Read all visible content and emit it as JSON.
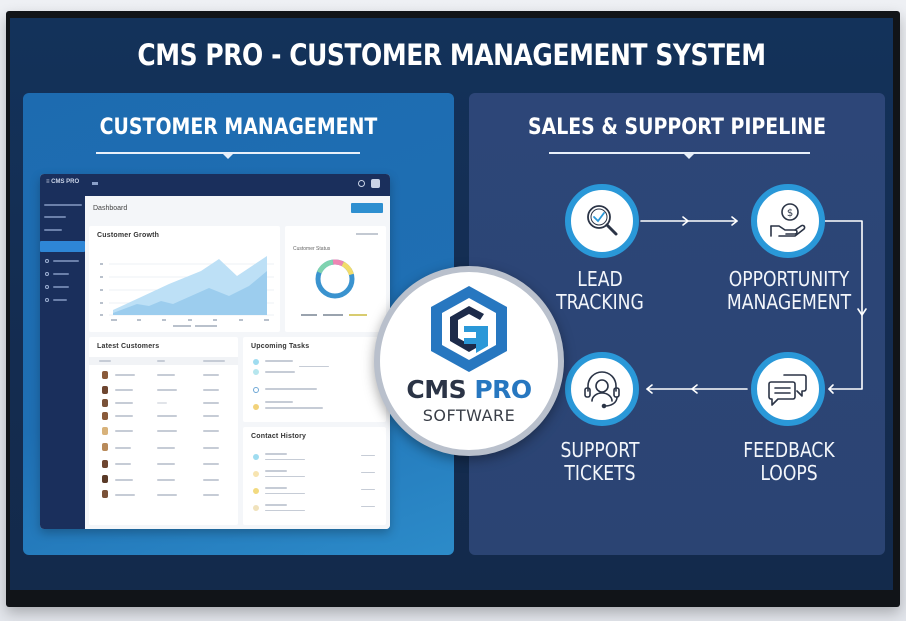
{
  "title": "CMS PRO  -  CUSTOMER MANAGEMENT SYSTEM",
  "left_panel": {
    "title": "CUSTOMER MANAGEMENT",
    "dashboard": {
      "header": "Dashboard",
      "chart_card_title": "Customer Growth",
      "donut_card_title": "Customer Status",
      "table_card_title": "Latest Customers",
      "activity_card_title": "Upcoming Tasks",
      "contacts_card_title": "Contact History",
      "colors": {
        "area_light": "#b8dcf5",
        "area_dark": "#9acbec",
        "donut_blue": "#3a93cf",
        "donut_green": "#7fd3b0",
        "donut_pink": "#ee85b3",
        "donut_yellow": "#f2dc6a"
      }
    }
  },
  "badge": {
    "name_part1": "CMS",
    "name_part2": "PRO",
    "subtitle": "SOFTWARE"
  },
  "right_panel": {
    "title": "SALES & SUPPORT PIPELINE",
    "steps": [
      {
        "line1": "LEAD",
        "line2": "TRACKING",
        "icon": "magnifier-check-icon"
      },
      {
        "line1": "OPPORTUNITY",
        "line2": "MANAGEMENT",
        "icon": "hand-coin-icon"
      },
      {
        "line1": "FEEDBACK",
        "line2": "LOOPS",
        "icon": "chat-bubbles-icon"
      },
      {
        "line1": "SUPPORT",
        "line2": "TICKETS",
        "icon": "headset-agent-icon"
      }
    ]
  }
}
